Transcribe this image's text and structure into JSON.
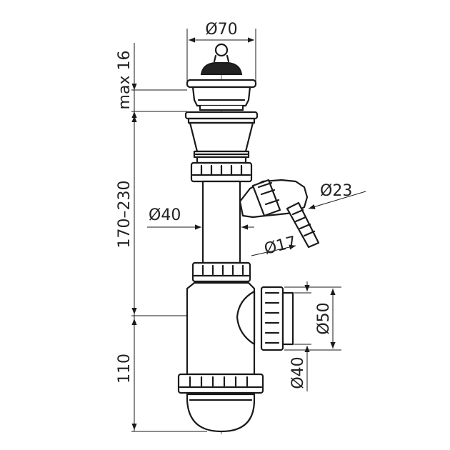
{
  "dimensions": {
    "top_diameter": "Ø70",
    "flange_height": "max 16",
    "body_height": "170–230",
    "bottom_height": "110",
    "pipe_diameter": "Ø40",
    "side_inlet_outer": "Ø23",
    "side_inlet_inner": "Ø17",
    "outlet_outer": "Ø50",
    "outlet_inner": "Ø40"
  },
  "colors": {
    "ink": "#1a1a1a",
    "background": "#ffffff"
  }
}
